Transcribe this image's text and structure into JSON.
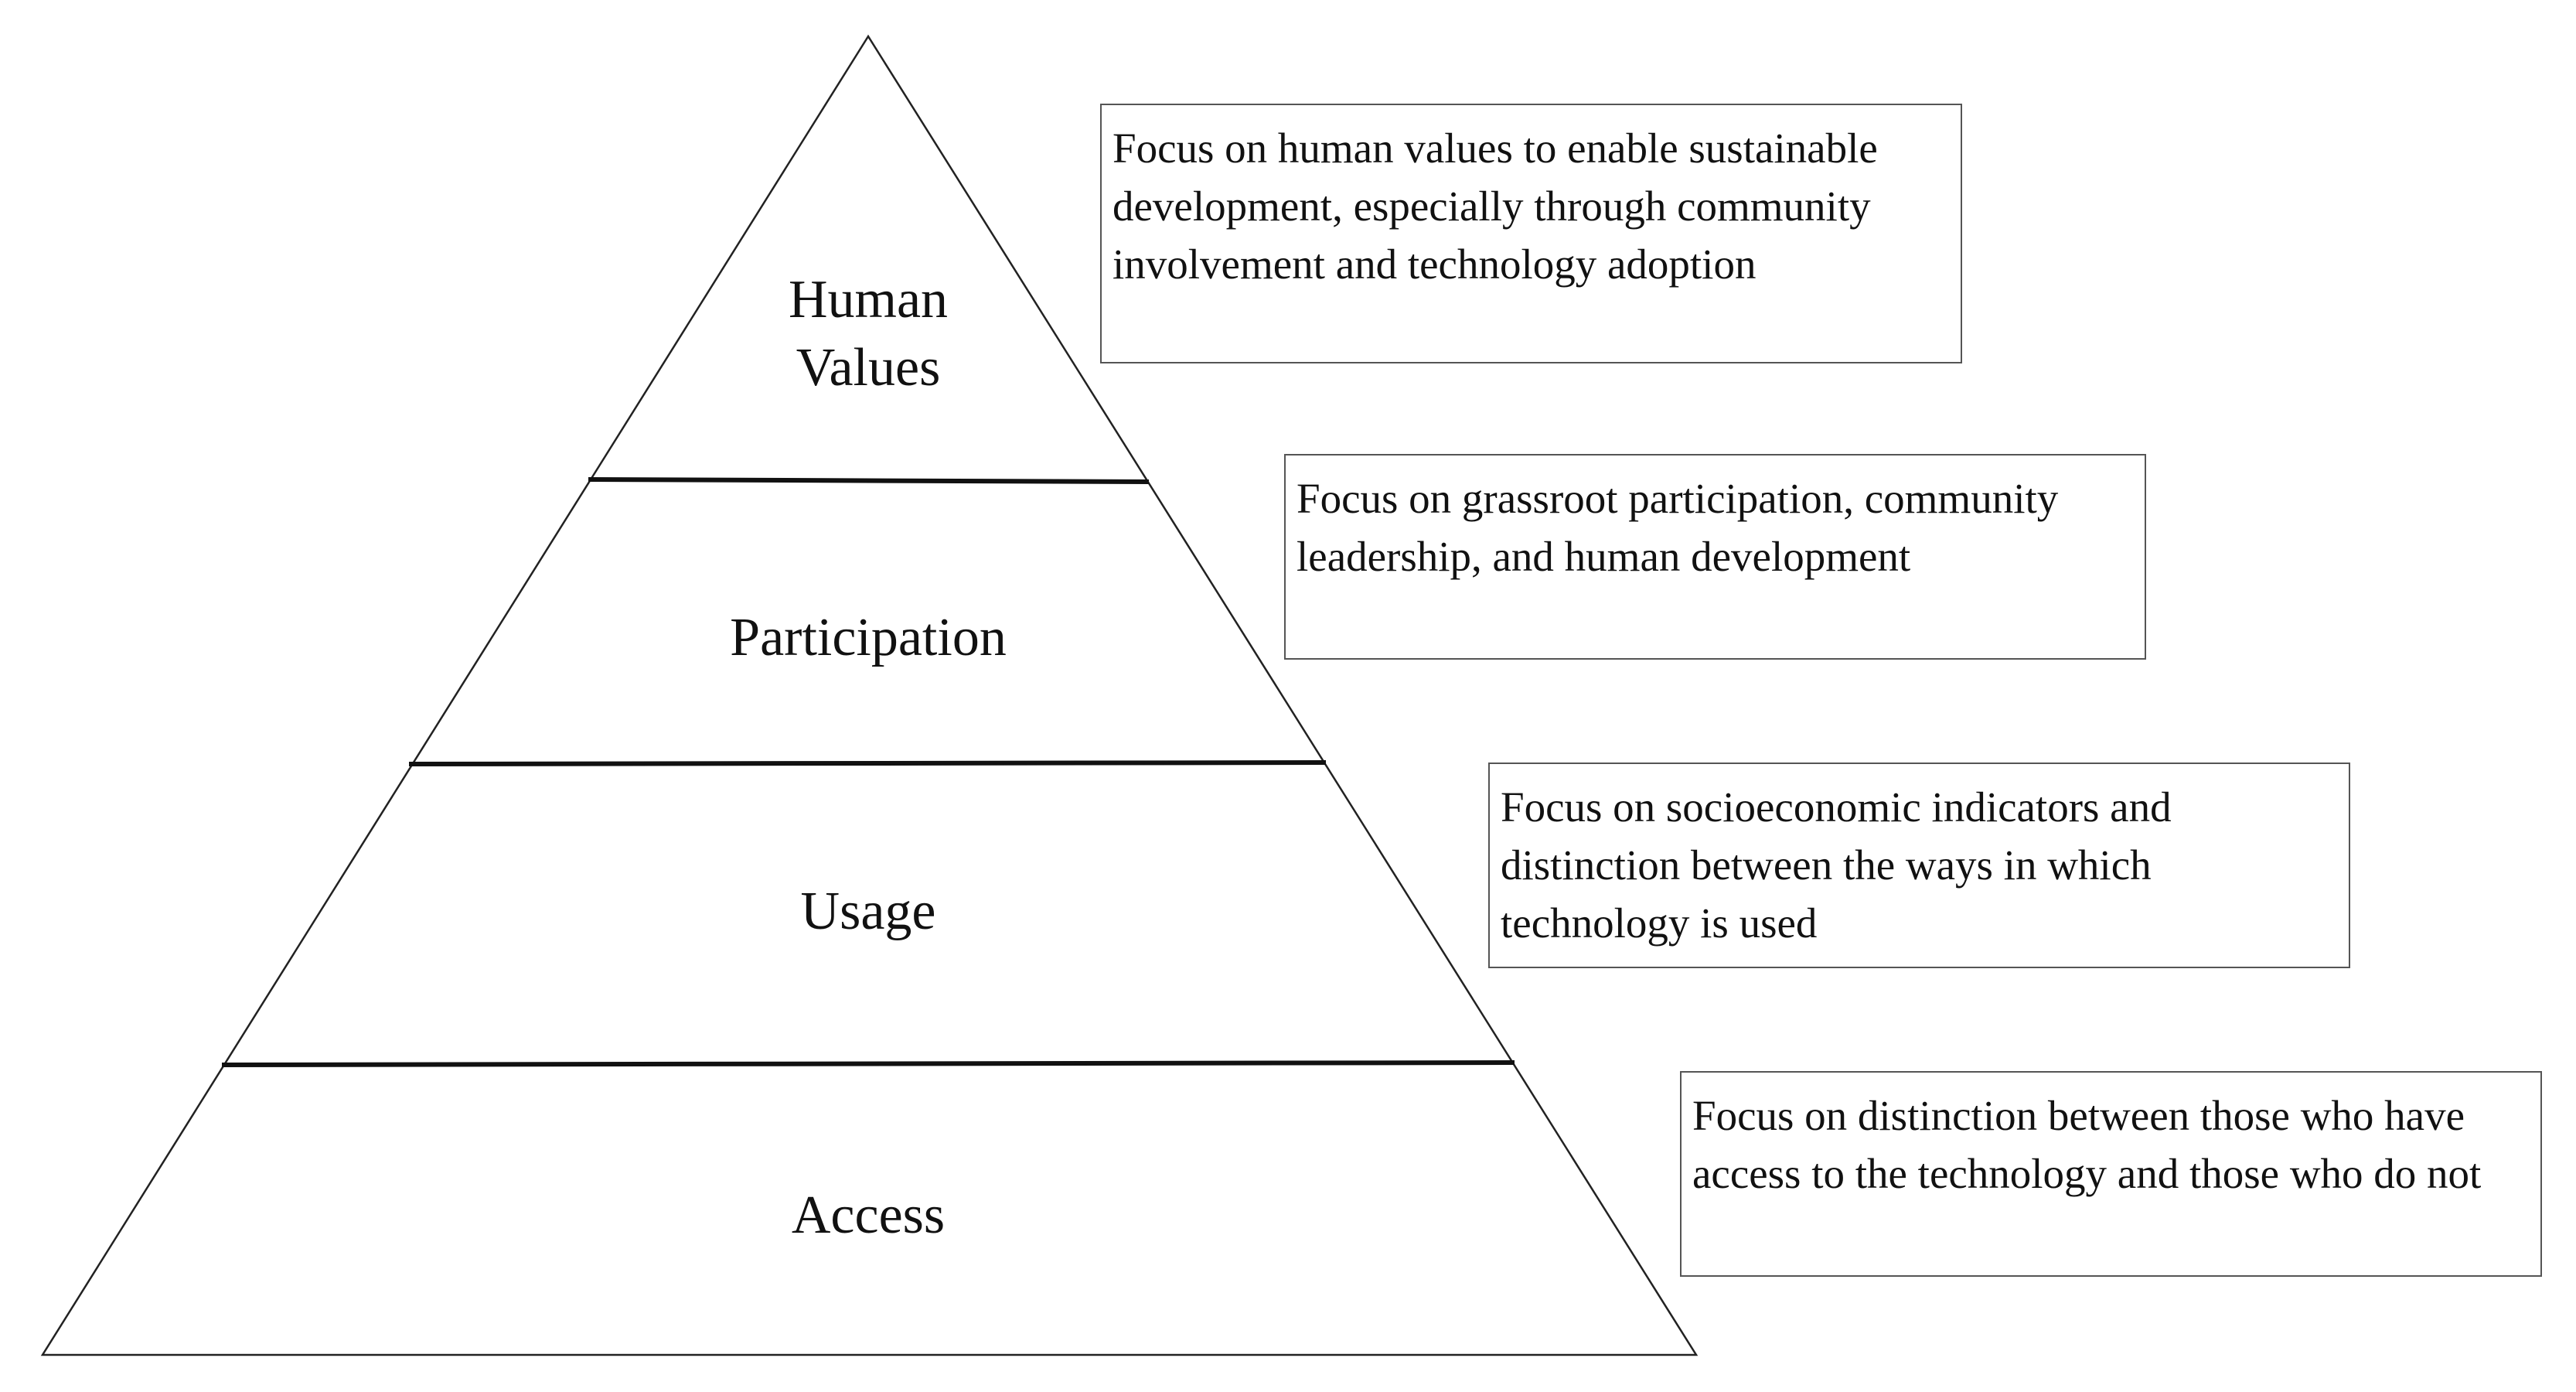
{
  "pyramid": {
    "levels": [
      {
        "id": "human-values",
        "lines": [
          "Human",
          "Values"
        ]
      },
      {
        "id": "participation",
        "lines": [
          "Participation"
        ]
      },
      {
        "id": "usage",
        "lines": [
          "Usage"
        ]
      },
      {
        "id": "access",
        "lines": [
          "Access"
        ]
      }
    ]
  },
  "notes": {
    "human_values": "Focus on human values to enable sustainable development, especially through community involvement and technology adoption",
    "participation": "Focus on grassroot participation, community leadership, and human development",
    "usage": "Focus on socioeconomic indicators and distinction between the ways in which technology is used",
    "access": "Focus on distinction between those who have access to the technology and those who do not"
  }
}
